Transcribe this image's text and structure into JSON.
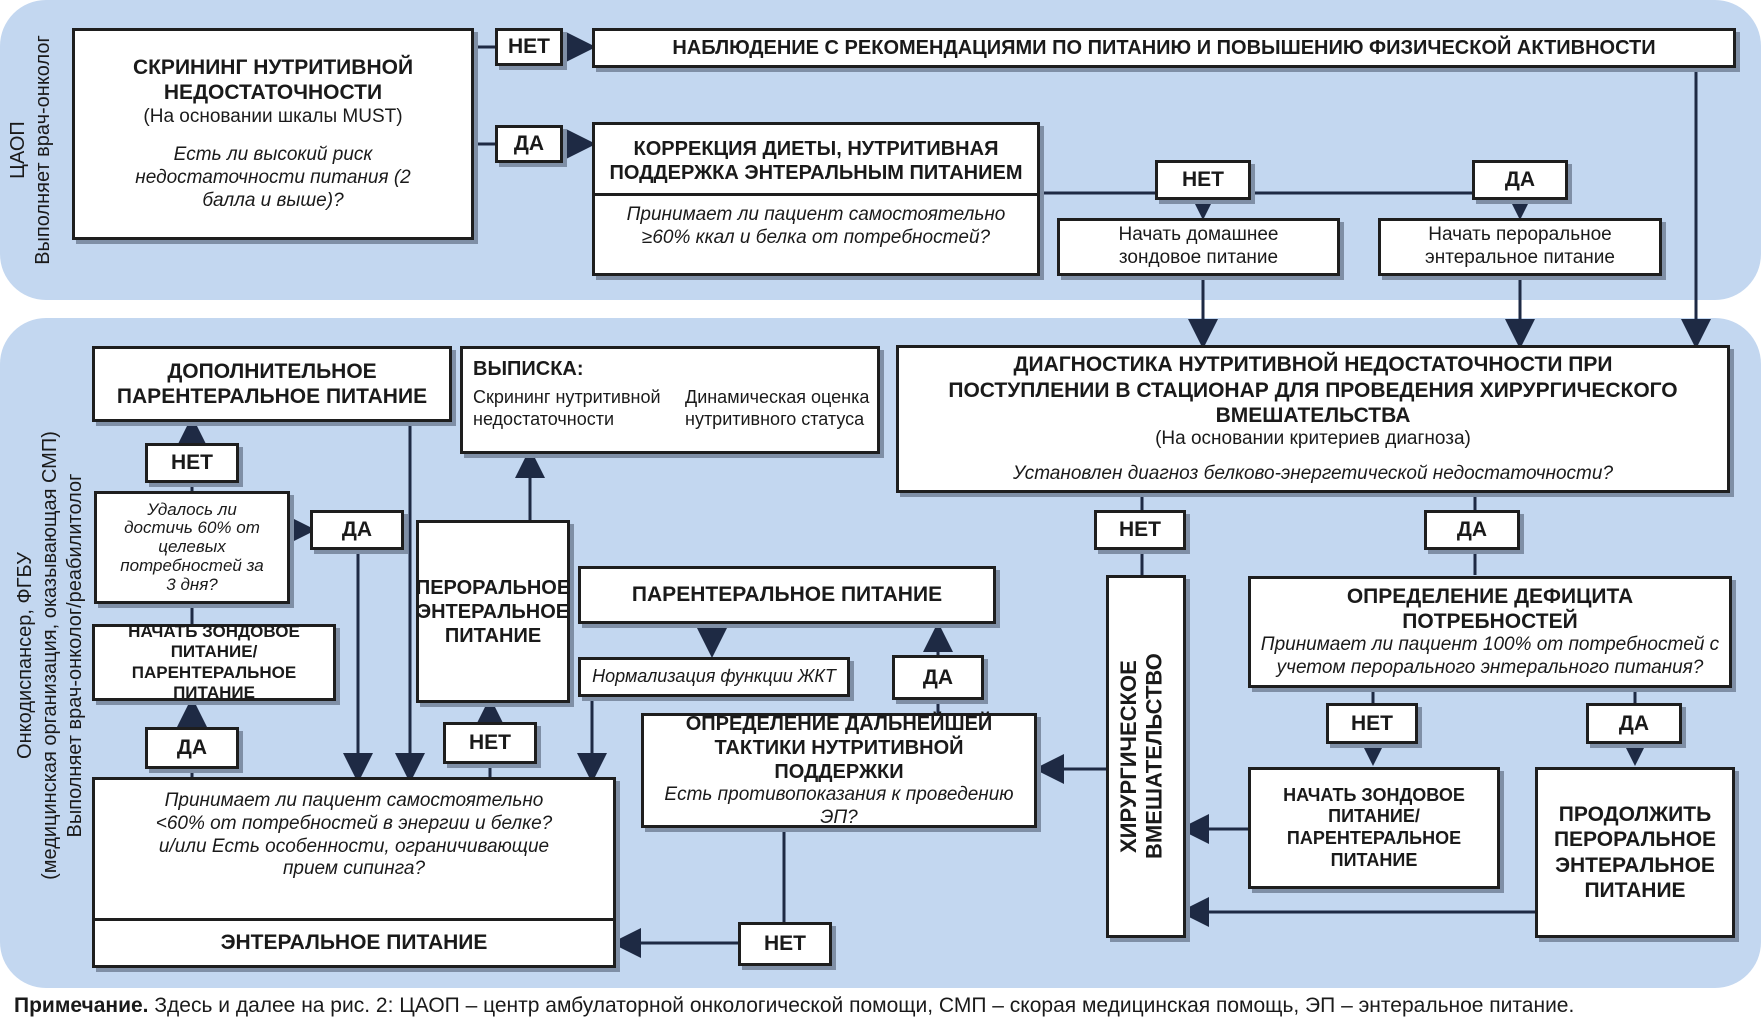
{
  "sections": {
    "top": {
      "line1": "ЦАОП",
      "line2": "Выполняет врач-онколог"
    },
    "bottom": {
      "line1": "Онкодиспансер, ФГБУ",
      "line2": "(медицинская организация, оказывающая СМП)",
      "line3": "Выполняет врач-онколог/реабилитолог"
    }
  },
  "boxes": {
    "screening": {
      "title": "СКРИНИНГ НУТРИТИВНОЙ НЕДОСТАТОЧНОСТИ",
      "subtitle": "(На основании шкалы MUST)",
      "question": "Есть ли высокий риск недостаточности питания (2 балла и выше)?"
    },
    "observation": {
      "title": "НАБЛЮДЕНИЕ С РЕКОМЕНДАЦИЯМИ ПО ПИТАНИЮ И ПОВЫШЕНИЮ ФИЗИЧЕСКОЙ АКТИВНОСТИ"
    },
    "diet_correction": {
      "title": "КОРРЕКЦИЯ ДИЕТЫ, НУТРИТИВНАЯ ПОДДЕРЖКА ЭНТЕРАЛЬНЫМ ПИТАНИЕМ",
      "question": "Принимает ли пациент самостоятельно ≥60% ккал и белка от потребностей?"
    },
    "home_tube": {
      "text": "Начать домашнее зондовое питание"
    },
    "start_oral": {
      "text": "Начать пероральное энтеральное питание"
    },
    "diagnostics": {
      "title": "ДИАГНОСТИКА НУТРИТИВНОЙ НЕДОСТАТОЧНОСТИ ПРИ ПОСТУПЛЕНИИ В СТАЦИОНАР ДЛЯ ПРОВЕДЕНИЯ ХИРУРГИЧЕСКОГО ВМЕШАТЕЛЬСТВА",
      "subtitle": "(На основании критериев диагноза)",
      "question": "Установлен диагноз белково-энергетической недостаточности?"
    },
    "additional_parenteral": {
      "title": "ДОПОЛНИТЕЛЬНОЕ ПАРЕНТЕРАЛЬНОЕ ПИТАНИЕ"
    },
    "discharge": {
      "title": "ВЫПИСКА:",
      "col1": "Скрининг нутритивной недостаточности",
      "col2": "Динамическая оценка нутритивного статуса"
    },
    "reached_60": {
      "text": "Удалось ли достичь 60% от целевых потребностей за 3 дня?"
    },
    "start_tube_left": {
      "text": "НАЧАТЬ ЗОНДОВОЕ ПИТАНИЕ/ ПАРЕНТЕРАЛЬНОЕ ПИТАНИЕ"
    },
    "oral_enteral_mid": {
      "text": "ПЕРОРАЛЬНОЕ ЭНТЕРАЛЬНОЕ ПИТАНИЕ"
    },
    "parenteral": {
      "title": "ПАРЕНТЕРАЛЬНОЕ ПИТАНИЕ"
    },
    "gi_normalization": {
      "text": "Нормализация функции ЖКТ"
    },
    "further_tactics": {
      "title": "ОПРЕДЕЛЕНИЕ ДАЛЬНЕЙШЕЙ ТАКТИКИ НУТРИТИВНОЙ ПОДДЕРЖКИ",
      "question": "Есть противопоказания к проведению ЭП?"
    },
    "surgery": {
      "text": "ХИРУРГИЧЕСКОЕ ВМЕШАТЕЛЬСТВО"
    },
    "deficit": {
      "title": "ОПРЕДЕЛЕНИЕ ДЕФИЦИТА ПОТРЕБНОСТЕЙ",
      "question": "Принимает ли пациент 100% от потребностей с учетом перорального энтерального питания?"
    },
    "start_tube_right": {
      "text": "НАЧАТЬ ЗОНДОВОЕ ПИТАНИЕ/ ПАРЕНТЕРАЛЬНОЕ ПИТАНИЕ"
    },
    "continue_oral": {
      "text": "ПРОДОЛЖИТЬ ПЕРОРАЛЬНОЕ ЭНТЕРАЛЬНОЕ ПИТАНИЕ"
    },
    "intake_question": {
      "text": "Принимает ли пациент самостоятельно <60% от потребностей в энергии и белке? и/или Есть особенности, ограничивающие прием сипинга?",
      "footer": "ЭНТЕРАЛЬНОЕ ПИТАНИЕ"
    }
  },
  "labels": {
    "no": "НЕТ",
    "yes": "ДА"
  },
  "note": {
    "bold": "Примечание.",
    "text": "Здесь и далее на рис. 2: ЦАОП – центр амбулаторной онкологической помощи, СМП – скорая медицинская помощь, ЭП – энтеральное питание."
  }
}
